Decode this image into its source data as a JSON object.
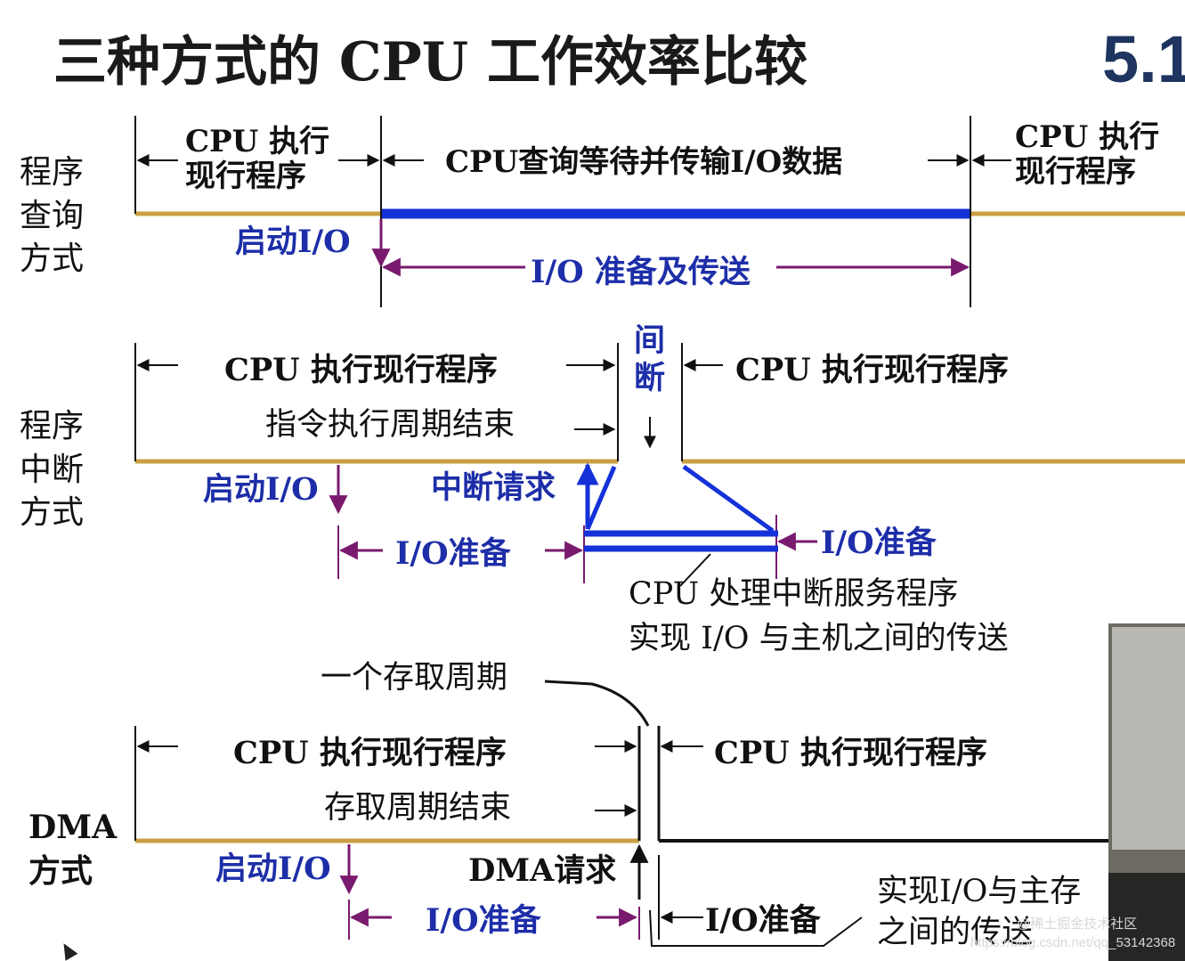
{
  "title": "三种方式的 CPU 工作效率比较",
  "section_number": "5.1",
  "colors": {
    "timeline": "#c9a043",
    "io_bar": "#1432d8",
    "marker": "#7a1a6e",
    "blue_text": "#1d2ea8",
    "black": "#111111"
  },
  "polling": {
    "label": "程序\n查询\n方式",
    "cpu_exec_left": "CPU 执行\n现行程序",
    "cpu_wait": "CPU查询等待并传输I/O数据",
    "cpu_exec_right": "CPU  执行\n现行程序",
    "start_io": "启动I/O",
    "io_prep_transfer": "I/O 准备及传送"
  },
  "interrupt": {
    "label": "程序\n中断\n方式",
    "cpu_exec_left": "CPU  执行现行程序",
    "instr_end": "指令执行周期结束",
    "interrupt_mark": "间\n断",
    "cpu_exec_right": "CPU  执行现行程序",
    "start_io": "启动I/O",
    "int_request": "中断请求",
    "io_prep_left": "I/O准备",
    "io_prep_right": "I/O准备",
    "service_line1": "CPU 处理中断服务程序",
    "service_line2": "实现 I/O 与主机之间的传送"
  },
  "dma": {
    "label": "DMA\n方式",
    "access_cycle": "一个存取周期",
    "cpu_exec_left": "CPU  执行现行程序",
    "access_end": "存取周期结束",
    "cpu_exec_right": "CPU  执行现行程序",
    "start_io": "启动I/O",
    "dma_request": "DMA请求",
    "io_prep_left": "I/O准备",
    "io_prep_right": "I/O准备",
    "transfer_line1": "实现I/O与主存",
    "transfer_line2": "之间的传送"
  },
  "watermark": {
    "line1": "@稀土掘金技术社区",
    "line2": "https://blog.csdn.net/qq_53142368"
  }
}
